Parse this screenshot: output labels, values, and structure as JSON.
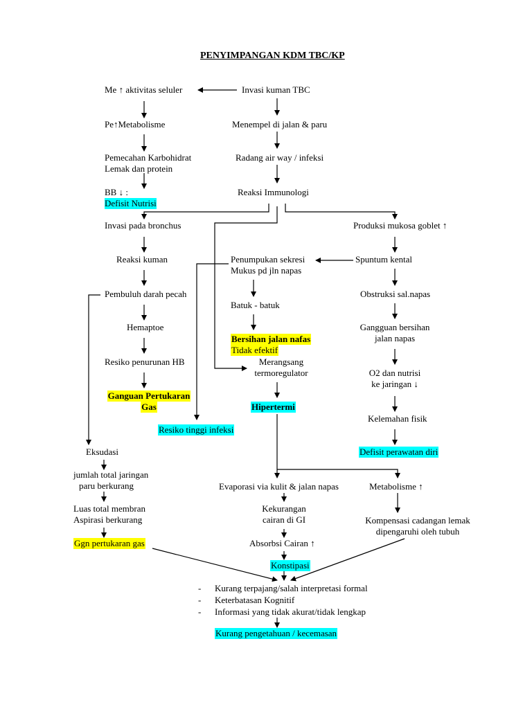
{
  "title": "PENYIMPANGAN KDM TBC/KP",
  "left_col": {
    "aktivitas": "Me ↑ aktivitas seluler",
    "metabolisme": "Pe↑Metabolisme",
    "pemecahan": [
      "Pemecahan Karbohidrat",
      "Lemak dan protein"
    ],
    "bb_prefix": "BB ↓ : ",
    "bb_dx": "Defisit Nutrisi",
    "invasi_bronchus": "Invasi pada bronchus",
    "reaksi_kuman": "Reaksi kuman",
    "pembuluh": "Pembuluh darah pecah",
    "hemaptoe": "Hemaptoe",
    "resiko_hb": "Resiko penurunan HB",
    "gangguan_gas": [
      "Ganguan Pertukaran",
      "Gas"
    ],
    "eksudasi": "Eksudasi",
    "jaringan": [
      "jumlah total jaringan",
      "paru berkurang"
    ],
    "membran": [
      "Luas total membran",
      "Aspirasi berkurang"
    ],
    "ggn_gas": "Ggn pertukaran gas"
  },
  "center_col": {
    "invasi_tbc": "Invasi kuman TBC",
    "menempel": "Menempel di jalan & paru",
    "radang": "Radang air way / infeksi",
    "reaksi_imun": "Reaksi Immunologi",
    "penumpukan": [
      "Penumpukan sekresi",
      "Mukus pd jln napas"
    ],
    "batuk": "Batuk - batuk",
    "bersihan": [
      "Bersihan jalan nafas",
      "Tidak efektif"
    ],
    "merangsang": [
      "Merangsang",
      "termoregulator"
    ],
    "hipertermi": "Hipertermi",
    "resiko_infeksi": "Resiko tinggi infeksi",
    "evaporasi": "Evaporasi via kulit & jalan napas",
    "kekurangan": [
      "Kekurangan",
      "cairan di GI"
    ],
    "absorbsi": "Absorbsi Cairan ↑",
    "konstipasi": "Konstipasi"
  },
  "right_col": {
    "produksi": "Produksi mukosa goblet ↑",
    "sputum": "Spuntum kental",
    "obstruksi": "Obstruksi sal.napas",
    "gangguan_bersihan": [
      "Gangguan bersihan",
      "jalan napas"
    ],
    "o2": [
      "O2 dan nutrisi",
      "ke jaringan ↓"
    ],
    "kelemahan": "Kelemahan fisik",
    "defisit_perawatan": "Defisit perawatan diri",
    "metabolisme": "Metabolisme ↑",
    "kompensasi": [
      "Kompensasi cadangan lemak",
      "dipengaruhi oleh tubuh"
    ]
  },
  "bottom": {
    "bullets": [
      "Kurang terpajang/salah interpretasi formal",
      "Keterbatasan Kognitif",
      "Informasi yang tidak akurat/tidak lengkap"
    ],
    "bullet_marker": "-",
    "final": "Kurang pengetahuan / kecemasan"
  },
  "colors": {
    "diagnosis_cyan": "#00ffff",
    "diagnosis_yellow": "#ffff00",
    "line": "#000000"
  }
}
